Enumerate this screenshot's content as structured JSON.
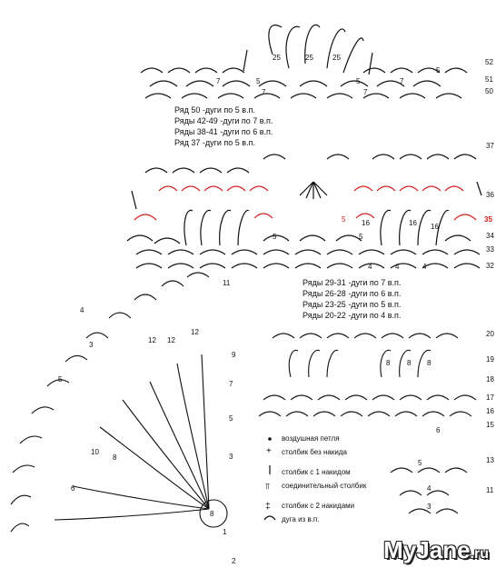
{
  "notes_top": [
    "Ряд 50 -дуги по 5 в.п.",
    "Ряды 42-49 -дуги по 7 в.п.",
    "Ряды 38-41 -дуги по 6 в.п.",
    "Ряд 37 -дуги по 5 в.п."
  ],
  "notes_mid": [
    "Ряды 29-31 -дуги по 7 в.п.",
    "Ряды 26-28 -дуги по 6 в.п.",
    "Ряды 23-25 -дуги по 5 в.п.",
    "Ряды 20-22 -дуги по 4 в.п."
  ],
  "legend": [
    {
      "symbol": "•",
      "label": "воздушная петля"
    },
    {
      "symbol": "+",
      "label": "столбик без накида"
    },
    {
      "symbol": "|",
      "label": "столбик с 1 накидом"
    },
    {
      "symbol": "⫪",
      "label": "соединительный столбик"
    },
    {
      "symbol": "‡",
      "label": "столбик с 2 накидами"
    },
    {
      "symbol": "⌒",
      "label": "дуга из в.п."
    }
  ],
  "row_numbers": {
    "top": [
      "52",
      "51",
      "50"
    ],
    "middle": [
      "37",
      "36",
      "35",
      "34",
      "33",
      "32"
    ],
    "fan": [
      "11",
      "9",
      "7",
      "5",
      "3",
      "1",
      "2"
    ],
    "right": [
      "20",
      "19",
      "18",
      "17",
      "16",
      "15",
      "13",
      "11"
    ]
  },
  "cell_labels": {
    "top_petals": [
      "25",
      "25",
      "25"
    ],
    "top_arcs": [
      "7",
      "5",
      "7",
      "5",
      "7",
      "7",
      "5"
    ],
    "middle_petals": [
      "16",
      "16",
      "16"
    ],
    "middle_arcs": [
      "5",
      "5",
      "5",
      "4",
      "4",
      "4"
    ],
    "fan_labels": [
      "12",
      "12",
      "12",
      "10",
      "8",
      "8",
      "6",
      "5",
      "4",
      "3"
    ],
    "right_petals": [
      "8",
      "8",
      "8"
    ],
    "right_arcs": [
      "6",
      "5",
      "4",
      "3"
    ]
  },
  "highlight_color": "#d11a1a",
  "logo": {
    "main": "MyJane",
    "suffix": ".ru"
  }
}
